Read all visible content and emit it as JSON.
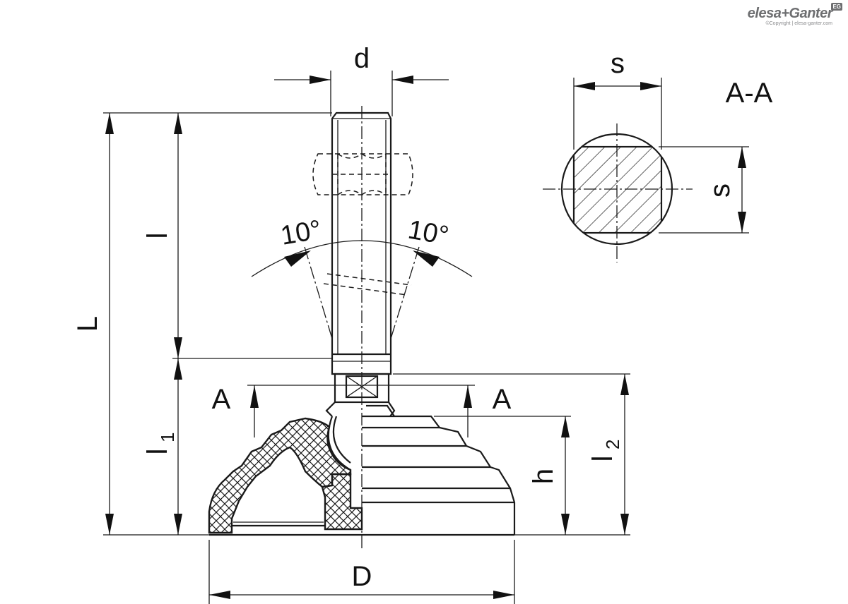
{
  "brand": {
    "name": "elesa+Ganter",
    "badge": "EG",
    "copyright": "©Copyright | elesa-ganter.com"
  },
  "labels": {
    "d": "d",
    "s_top": "s",
    "section": "A-A",
    "s_side": "s",
    "L": "L",
    "l": "l",
    "angle_left": "10°",
    "angle_right": "10°",
    "A_left": "A",
    "A_right": "A",
    "l1_main": "l",
    "l1_sub": "1",
    "h": "h",
    "l2_main": "l",
    "l2_sub": "2",
    "D": "D"
  },
  "colors": {
    "line": "#1a1a1a",
    "logo": "#6d6e70"
  }
}
